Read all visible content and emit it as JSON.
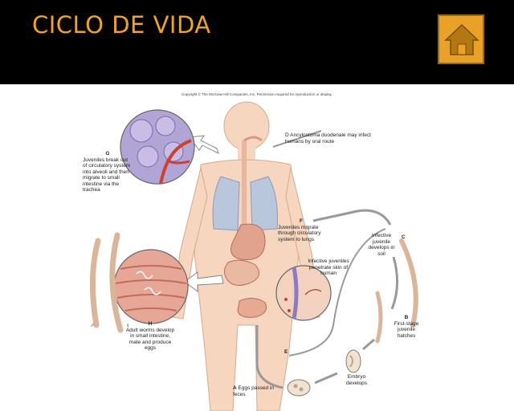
{
  "header": {
    "title": "CICLO DE VIDA",
    "home_button": {
      "icon": "home-icon",
      "color": "#e9a227"
    },
    "title_color": "#f2a51c"
  },
  "figure": {
    "copyright": "Copyright © The McGraw-Hill Companies, Inc. Permission required for reproduction or display.",
    "labels": {
      "a": {
        "tag": "A",
        "text": "Eggs passed in feces"
      },
      "b": {
        "tag": "B",
        "text": "First-stage juvenile hatches"
      },
      "c": {
        "tag": "C",
        "text": "Infective juvenile develops in soil"
      },
      "d": {
        "tag": "D",
        "text": "Ancylostoma duodenale may infect humans by oral route"
      },
      "e": {
        "tag": "E",
        "text": "Infective juveniles penetrate skin of human"
      },
      "f": {
        "tag": "F",
        "text": "Juveniles migrate through circulatory system to lungs"
      },
      "g": {
        "tag": "G",
        "text": "Juveniles break out of circulatory system into alveoli and then migrate to small intestine via the trachea"
      },
      "h": {
        "tag": "H",
        "text": "Adult worms develop in small intestine, mate and produce eggs"
      },
      "embryo": {
        "text": "Embryo develops"
      },
      "male": {
        "text": "♂"
      },
      "female": {
        "text": "♀"
      }
    }
  }
}
